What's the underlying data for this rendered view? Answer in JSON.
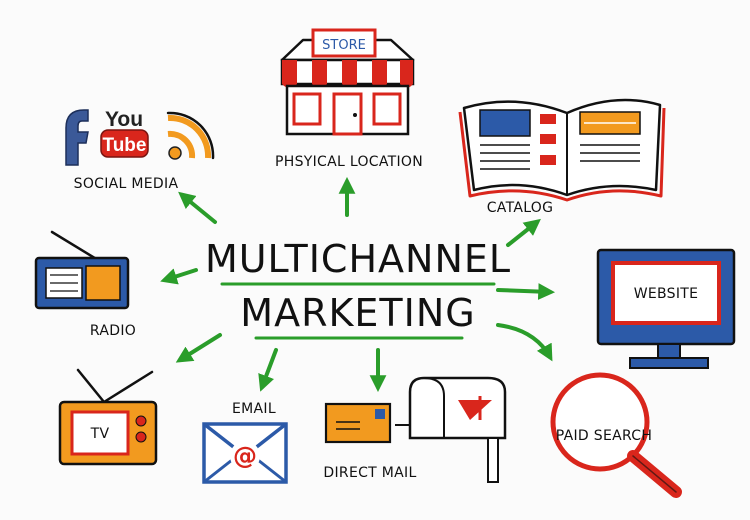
{
  "title": {
    "line1": "MULTICHANNEL",
    "line2": "MARKETING"
  },
  "channels": {
    "social_media": {
      "label": "SOCIAL MEDIA",
      "icons": [
        "facebook-icon",
        "youtube-icon",
        "rss-icon"
      ],
      "youtube_you": "You",
      "youtube_tube": "Tube"
    },
    "physical_location": {
      "label": "PHSYICAL LOCATION",
      "sign": "STORE",
      "icon": "store-icon"
    },
    "catalog": {
      "label": "CATALOG",
      "icon": "catalog-book-icon"
    },
    "radio": {
      "label": "RADIO",
      "icon": "radio-icon"
    },
    "website": {
      "label": "WEBSITE",
      "icon": "monitor-icon"
    },
    "tv": {
      "label": "TV",
      "icon": "tv-icon"
    },
    "email": {
      "label": "EMAIL",
      "symbol": "@",
      "icon": "envelope-icon"
    },
    "direct_mail": {
      "label": "DIRECT MAIL",
      "icon": "mailbox-icon"
    },
    "paid_search": {
      "label": "PAID SEARCH",
      "icon": "magnifier-icon"
    }
  },
  "colors": {
    "arrow_green": "#2a9d2a",
    "accent_red": "#d9261c",
    "accent_orange": "#f29a1f",
    "accent_blue": "#2c5aa8",
    "facebook_blue": "#3b5998"
  }
}
